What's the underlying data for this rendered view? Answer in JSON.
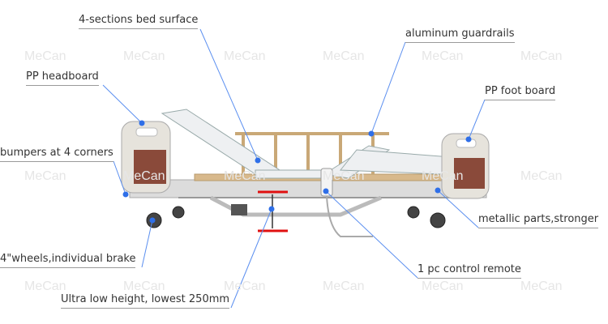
{
  "watermark": "MeCan",
  "labels": {
    "bed_surface": "4-sections bed surface",
    "guardrails": "aluminum guardrails",
    "headboard": "PP headboard",
    "footboard": "PP foot board",
    "bumpers": "bumpers at 4 corners",
    "metallic": "metallic parts,stronger",
    "wheels": "4\"wheels,individual brake",
    "remote": "1 pc control remote",
    "low_height": "Ultra low height, lowest 250mm"
  },
  "colors": {
    "leader": "#5b8ff0",
    "dot": "#2f6fe8",
    "text": "#333333",
    "measure": "#e01010"
  }
}
